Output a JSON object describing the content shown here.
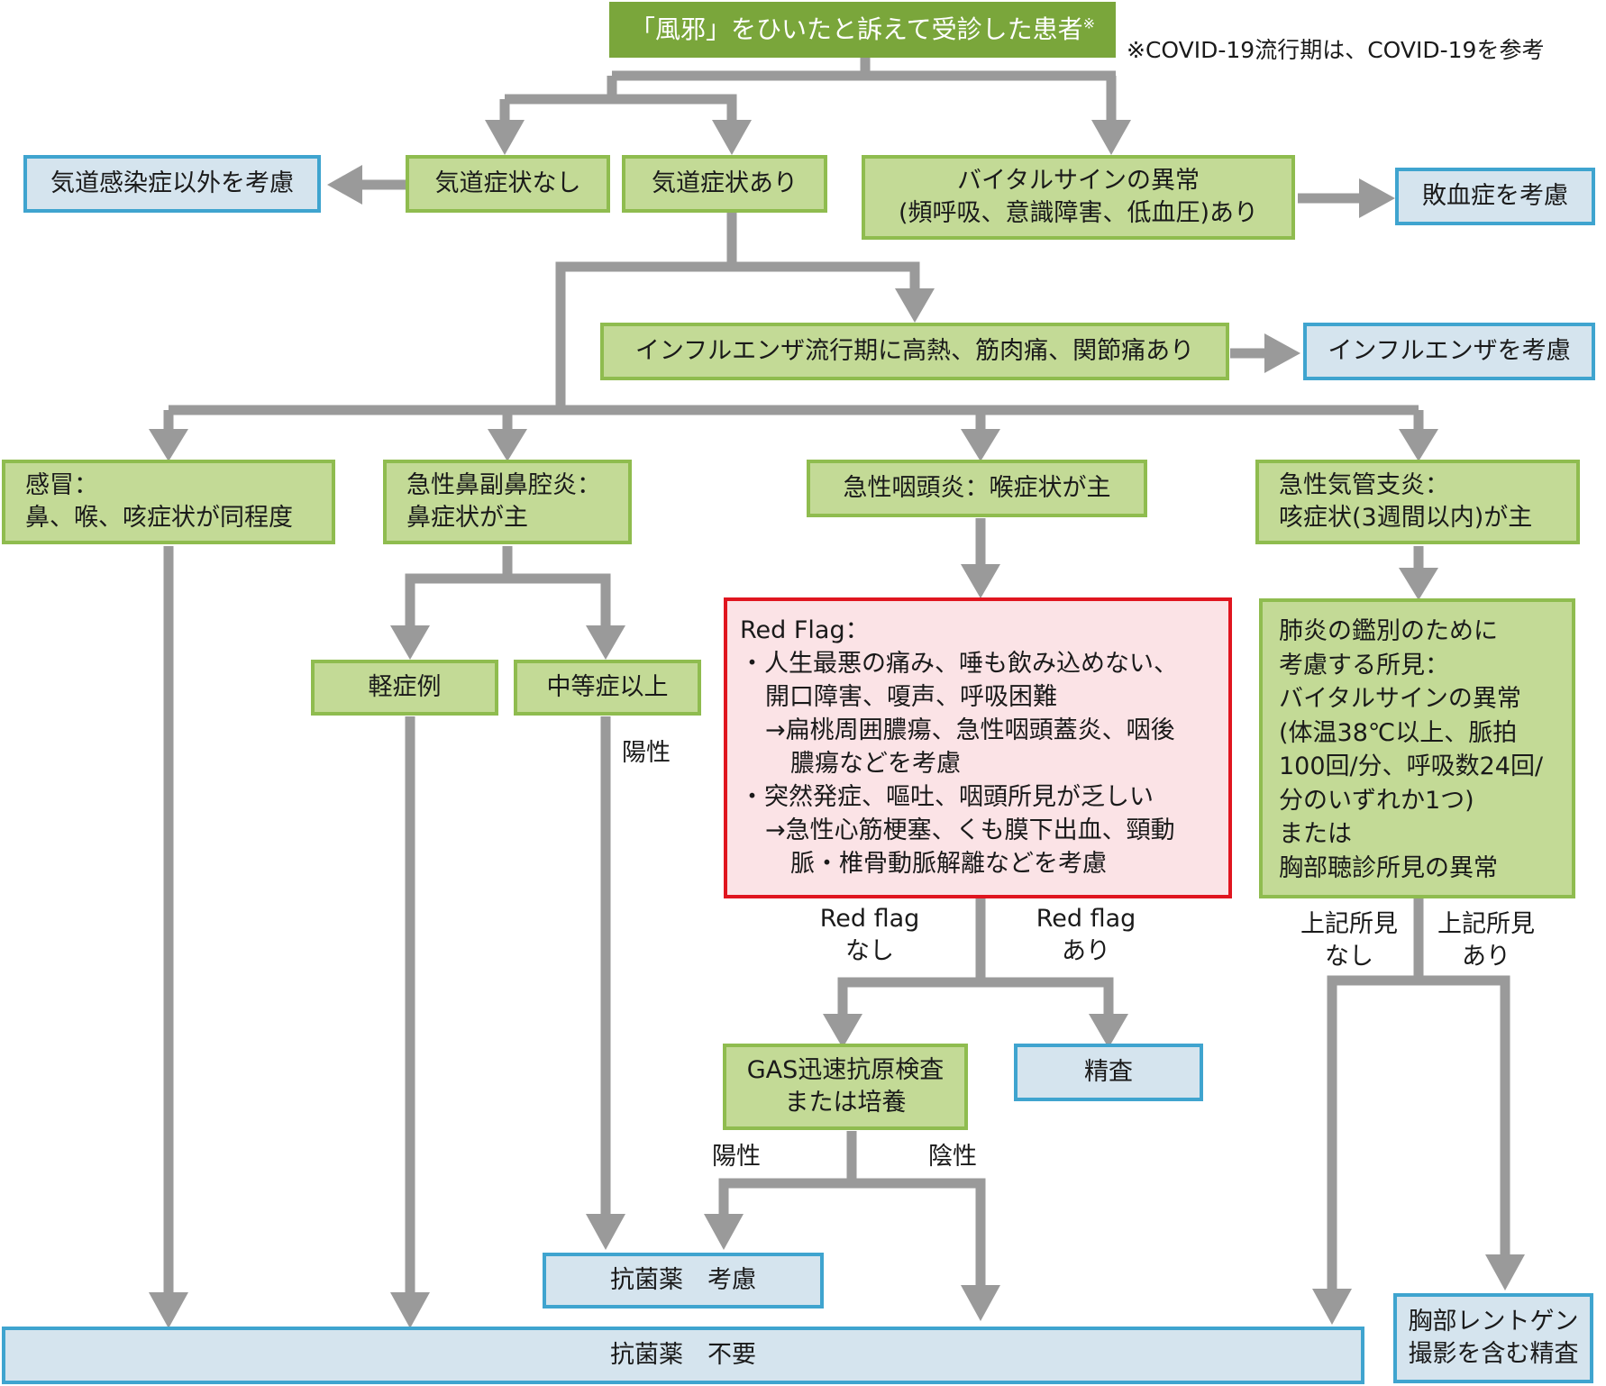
{
  "diagram": {
    "title": "「風邪」をひいたと訴えて受診した患者",
    "title_mark": "※",
    "footnote": "※COVID-19流行期は、COVID-19を参考",
    "colors": {
      "decision_fill": "#c3da96",
      "decision_border": "#8fbc4f",
      "start_fill": "#7aa63b",
      "outcome_fill": "#d5e4ee",
      "outcome_border": "#3fa4cf",
      "redflag_fill": "#fbe3e6",
      "redflag_border": "#e0151f",
      "arrow": "#9a9a9a"
    },
    "nodes": {
      "no_airway": "気道症状なし",
      "airway": "気道症状あり",
      "non_infection": "気道感染症以外を考慮",
      "vital_line1": "バイタルサインの異常",
      "vital_line2": "(頻呼吸、意識障害、低血圧)あり",
      "sepsis": "敗血症を考慮",
      "influenza_cond": "インフルエンザ流行期に高熱、筋肉痛、関節痛あり",
      "influenza": "インフルエンザを考慮",
      "cold_line1": "感冒：",
      "cold_line2": "鼻、喉、咳症状が同程度",
      "sinusitis_line1": "急性鼻副鼻腔炎：",
      "sinusitis_line2": "鼻症状が主",
      "pharyngitis": "急性咽頭炎：喉症状が主",
      "bronchitis_line1": "急性気管支炎：",
      "bronchitis_line2": "咳症状(3週間以内)が主",
      "mild": "軽症例",
      "moderate": "中等症以上",
      "pneumonia_lines": [
        "肺炎の鑑別のために",
        "考慮する所見：",
        "バイタルサインの異常",
        "(体温38℃以上、脈拍",
        "100回/分、呼吸数24回/",
        "分のいずれか1つ)",
        "または",
        "胸部聴診所見の異常"
      ],
      "gas_line1": "GAS迅速抗原検査",
      "gas_line2": "または培養",
      "workup": "精査",
      "abx_consider": "抗菌薬　考慮",
      "abx_none": "抗菌薬　不要",
      "xray_line1": "胸部レントゲン",
      "xray_line2": "撮影を含む精査"
    },
    "red_flag": {
      "title": "Red Flag：",
      "items": [
        {
          "bullet": "・",
          "text": "人生最悪の痛み、唾も飲み込めない、",
          "cont": "開口障害、嗄声、呼吸困難",
          "arrow": "→扁桃周囲膿瘍、急性咽頭蓋炎、咽後",
          "arrow_cont": "膿瘍などを考慮"
        },
        {
          "bullet": "・",
          "text": "突然発症、嘔吐、咽頭所見が乏しい",
          "cont": "",
          "arrow": "→急性心筋梗塞、くも膜下出血、頸動",
          "arrow_cont": "脈・椎骨動脈解離などを考慮"
        }
      ]
    },
    "edge_labels": {
      "moderate_positive": "陽性",
      "redflag_no_1": "Red flag",
      "redflag_no_2": "なし",
      "redflag_yes_1": "Red flag",
      "redflag_yes_2": "あり",
      "gas_positive": "陽性",
      "gas_negative": "陰性",
      "findings_no_1": "上記所見",
      "findings_no_2": "なし",
      "findings_yes_1": "上記所見",
      "findings_yes_2": "あり"
    }
  }
}
